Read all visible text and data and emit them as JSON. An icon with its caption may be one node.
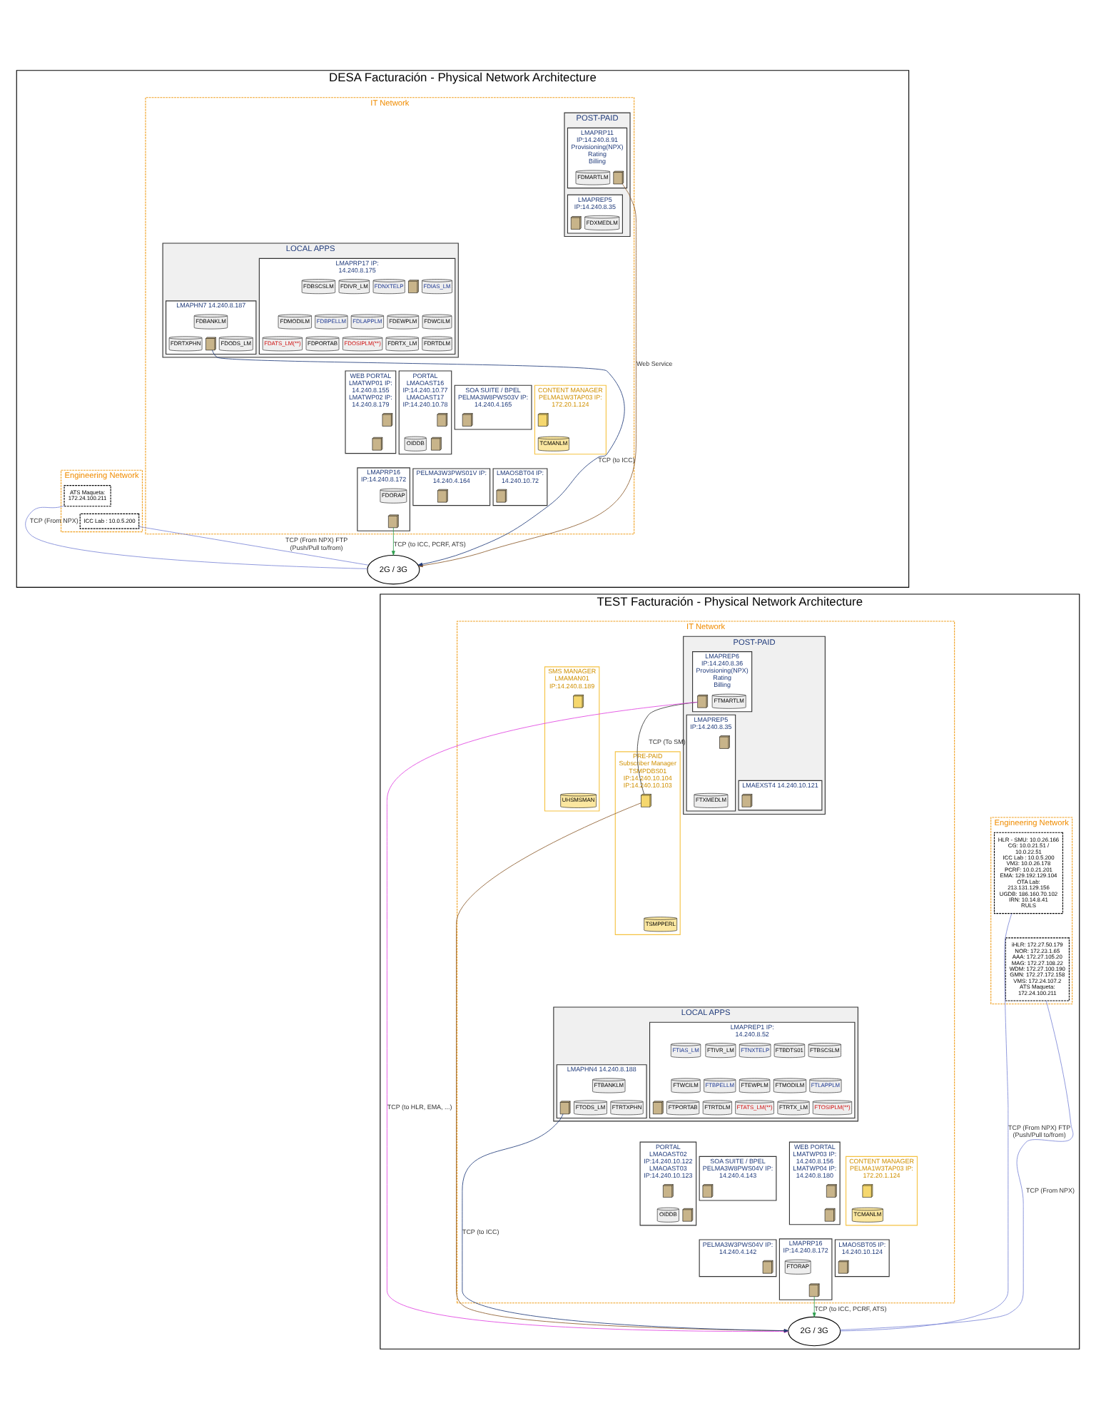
{
  "diagram": {
    "nodes": [
      {
        "text": [
          "DESA Facturación - Physical Network Architecture"
        ]
      },
      {
        "text": [
          "IT Network"
        ],
        "in": 0
      },
      {
        "text": [
          "POST-PAID"
        ],
        "in": 1
      },
      {
        "text": [
          "LMAPRP11 IP:14.240.8.91",
          "Provisioning(NPX)",
          "Rating",
          "Billing"
        ],
        "in": 2
      },
      {
        "text": [
          "FDMARTLM"
        ],
        "in": 3
      },
      {
        "text": [],
        "shape": "server",
        "in": 3
      },
      {
        "text": [
          "LMAPREP5 IP:14.240.8.35"
        ],
        "in": 2
      },
      {
        "text": [
          "FDXMEDLM"
        ],
        "in": 6
      },
      {
        "text": [],
        "shape": "server",
        "in": 6
      },
      {
        "text": [
          "LOCAL APPS"
        ],
        "in": 1
      },
      {
        "text": [
          "LMAPRP17 IP: 14.240.8.175"
        ],
        "in": 9
      },
      {
        "text": [
          "FDIAS_LM"
        ],
        "in": 10
      },
      {
        "text": [
          "FDNXTELP"
        ],
        "in": 10
      },
      {
        "text": [
          "FDBSCSLM"
        ],
        "in": 10
      },
      {
        "text": [
          "FDIVR_LM"
        ],
        "in": 10
      },
      {
        "text": [],
        "shape": "server",
        "in": 10
      },
      {
        "text": [
          "FDBPELLM"
        ],
        "in": 10
      },
      {
        "text": [
          "FDLAPPLM"
        ],
        "in": 10
      },
      {
        "text": [
          "FDEWPLM"
        ],
        "in": 10
      },
      {
        "text": [
          "FDWCILM"
        ],
        "in": 10
      },
      {
        "text": [
          "FDMODILM"
        ],
        "in": 10
      },
      {
        "text": [
          "FDATS_LM(**)"
        ],
        "in": 10
      },
      {
        "text": [
          "FDRTX_LM"
        ],
        "in": 10
      },
      {
        "text": [
          "FDRTDLM"
        ],
        "in": 10
      },
      {
        "text": [
          "FDOSIPLM(**)"
        ],
        "in": 10
      },
      {
        "text": [
          "FDPORTAB"
        ],
        "in": 10
      },
      {
        "text": [
          "LMAPHN7 14.240.8.187"
        ],
        "in": 9
      },
      {
        "text": [
          "FDBANKLM"
        ],
        "in": 26
      },
      {
        "text": [
          "FDODS_LM"
        ],
        "in": 26
      },
      {
        "text": [
          "FDRTXPHN"
        ],
        "in": 26
      },
      {
        "text": [],
        "shape": "server",
        "in": 26
      },
      {
        "text": [
          "PORTAL",
          "LMAOAST16 IP:14.240.10.77",
          "LMAOAST17 IP:14.240.10.78"
        ],
        "in": 1
      },
      {
        "text": [],
        "shape": "server",
        "in": 31
      },
      {
        "text": [],
        "shape": "server",
        "in": 31
      },
      {
        "text": [
          "OIDDB"
        ],
        "in": 31
      },
      {
        "text": [
          "SOA SUITE / BPEL",
          "PELMA3W8PWS03V IP: 14.240.4.165"
        ],
        "in": 1
      },
      {
        "text": [],
        "shape": "server",
        "in": 35
      },
      {
        "text": [
          "PELMA3W3PWS01V IP: 14.240.4.164"
        ],
        "in": 1
      },
      {
        "text": [],
        "shape": "server",
        "in": 37
      },
      {
        "text": [
          "CONTENT MANAGER",
          "PELMA1W3TAP03 IP: 172.20.1.124"
        ],
        "in": 1
      },
      {
        "text": [],
        "shape": "server",
        "in": 39
      },
      {
        "text": [
          "TCMANLM"
        ],
        "in": 39
      },
      {
        "text": [
          "WEB PORTAL",
          "LMATWP01 IP: 14.240.8.155",
          "LMATWP02 IP: 14.240.8.179"
        ],
        "in": 1
      },
      {
        "text": [],
        "shape": "server",
        "in": 42
      },
      {
        "text": [],
        "shape": "server",
        "in": 42
      },
      {
        "text": [
          "LMAPRP16 IP:14.240.8.172"
        ],
        "in": 1
      },
      {
        "text": [
          "FDORAP"
        ],
        "in": 45
      },
      {
        "text": [],
        "shape": "server",
        "in": 45
      },
      {
        "text": [
          "LMAOSBT04 IP: 14.240.10.72"
        ],
        "in": 1
      },
      {
        "text": [],
        "shape": "server",
        "in": 48
      },
      {
        "text": [
          "Engineering Network"
        ],
        "in": 0
      },
      {
        "text": [
          "ICC Lab : 10.0.5.200"
        ],
        "in": 50
      },
      {
        "text": [
          "ATS Maqueta: 172.24.100.211"
        ],
        "in": 50
      },
      {
        "text": [
          "2G / 3G"
        ],
        "in": 0
      },
      {
        "text": [
          "TEST Facturación - Physical Network Architecture"
        ]
      },
      {
        "text": [
          "IT Network"
        ],
        "in": 54
      },
      {
        "text": [
          "POST-PAID"
        ],
        "in": 55
      },
      {
        "text": [
          "LMAPREP6 IP:14.240.8.36",
          "Provisioning(NPX)",
          "Rating",
          "Billing"
        ],
        "in": 56
      },
      {
        "text": [
          "FTMARTLM"
        ],
        "in": 57
      },
      {
        "text": [],
        "shape": "server",
        "in": 57
      },
      {
        "text": [
          "LMAPREP5 IP:14.240.8.35"
        ],
        "in": 56
      },
      {
        "text": [
          "FTXMEDLM"
        ],
        "in": 60
      },
      {
        "text": [],
        "shape": "server",
        "in": 60
      },
      {
        "text": [
          "LMAEXST4 14.240.10.121"
        ],
        "in": 56
      },
      {
        "text": [],
        "shape": "server",
        "in": 63
      },
      {
        "text": [
          "PRE-PAID",
          "Subscriber Manager",
          "TSMPDBS01 IP:14.240.10.104 IP:14.240.10.103"
        ],
        "in": 55
      },
      {
        "text": [],
        "shape": "server",
        "in": 65
      },
      {
        "text": [
          "TSMPPERL"
        ],
        "in": 65
      },
      {
        "text": [
          "SMS MANAGER",
          "LMAMAN01 IP:14.240.8.189"
        ],
        "in": 55
      },
      {
        "text": [],
        "shape": "server",
        "in": 68
      },
      {
        "text": [
          "UHSMSMAN"
        ],
        "in": 68
      },
      {
        "text": [
          "LOCAL APPS"
        ],
        "in": 55
      },
      {
        "text": [
          "LMAPREP1 IP: 14.240.8.52"
        ],
        "in": 71
      },
      {
        "text": [
          "FTIAS_LM"
        ],
        "in": 72
      },
      {
        "text": [
          "FTNXTELP"
        ],
        "in": 72
      },
      {
        "text": [
          "FTBSCSLM"
        ],
        "in": 72
      },
      {
        "text": [
          "FTIVR_LM"
        ],
        "in": 72
      },
      {
        "text": [
          "FTBDTS01"
        ],
        "in": 72
      },
      {
        "text": [
          "FTBPELLM"
        ],
        "in": 72
      },
      {
        "text": [
          "FTLAPPLM"
        ],
        "in": 72
      },
      {
        "text": [
          "FTEWPLM"
        ],
        "in": 72
      },
      {
        "text": [
          "FTWCILM"
        ],
        "in": 72
      },
      {
        "text": [
          "FTMODILM"
        ],
        "in": 72
      },
      {
        "text": [],
        "shape": "server",
        "in": 72
      },
      {
        "text": [
          "FTATS_LM(**)"
        ],
        "in": 72
      },
      {
        "text": [
          "FTRTX_LM"
        ],
        "in": 72
      },
      {
        "text": [
          "FTRTDLM"
        ],
        "in": 72
      },
      {
        "text": [
          "FTOSIPLM(**)"
        ],
        "in": 72
      },
      {
        "text": [
          "FTPORTAB"
        ],
        "in": 72
      },
      {
        "text": [
          "LMAPHN4 14.240.8.188"
        ],
        "in": 71
      },
      {
        "text": [
          "FTBANKLM"
        ],
        "in": 89
      },
      {
        "text": [
          "FTODS_LM"
        ],
        "in": 89
      },
      {
        "text": [
          "FTRTXPHN"
        ],
        "in": 89
      },
      {
        "text": [],
        "shape": "server",
        "in": 89
      },
      {
        "text": [
          "PORTAL",
          "LMAOAST02 IP:14.240.10.122",
          "LMAOAST03 IP:14.240.10.123"
        ],
        "in": 55
      },
      {
        "text": [],
        "shape": "server",
        "in": 94
      },
      {
        "text": [],
        "shape": "server",
        "in": 94
      },
      {
        "text": [
          "OIDDB"
        ],
        "in": 94
      },
      {
        "text": [
          "SOA SUITE / BPEL",
          "PELMA3W8PWS04V IP: 14.240.4.143"
        ],
        "in": 55
      },
      {
        "text": [],
        "shape": "server",
        "in": 98
      },
      {
        "text": [
          "PELMA3W3PWS04V IP: 14.240.4.142"
        ],
        "in": 55
      },
      {
        "text": [],
        "shape": "server",
        "in": 100
      },
      {
        "text": [
          "CONTENT MANAGER",
          "PELMA1W3TAP03 IP: 172.20.1.124"
        ],
        "in": 55
      },
      {
        "text": [],
        "shape": "server",
        "in": 102
      },
      {
        "text": [
          "TCMANLM"
        ],
        "in": 102
      },
      {
        "text": [
          "WEB PORTAL",
          "LMATWP03 IP: 14.240.8.156",
          "LMATWP04 IP: 14.240.8.180"
        ],
        "in": 55
      },
      {
        "text": [],
        "shape": "server",
        "in": 105
      },
      {
        "text": [],
        "shape": "server",
        "in": 105
      },
      {
        "text": [
          "LMAPRP16 IP:14.240.8.172"
        ],
        "in": 55
      },
      {
        "text": [
          "FTORAP"
        ],
        "in": 108
      },
      {
        "text": [],
        "shape": "server",
        "in": 108
      },
      {
        "text": [
          "LMAOSBT05 IP: 14.240.10.124"
        ],
        "in": 55
      },
      {
        "text": [],
        "shape": "server",
        "in": 111
      },
      {
        "text": [
          "Engineering Network"
        ],
        "in": 54
      },
      {
        "text": [
          "HLR - SMU: 10.0.26.166",
          "CG: 10.0.21.51 / 10.0.22.51",
          "ICC Lab : 10.0.5.200",
          "VM3: 10.0.26.178",
          "PCRF: 10.0.21.201",
          "EMA: 129.192.129.104",
          "OTA Lab: 213.131.129.156",
          "UGDB: 186.160.70.102",
          "IRN: 10.14.8.41",
          "RULS"
        ],
        "in": 113
      },
      {
        "text": [
          "iHLR: 172.27.50.179",
          "NOR: 172.23.1.65",
          "AAA: 172.27.105.20",
          "MAG: 172.27.108.22",
          "WDM: 172.27.100.190",
          "GMN: 172.27.172.158",
          "VMS: 172.24.107.2",
          "ATS Maqueta: 172.24.100.211"
        ],
        "in": 113
      },
      {
        "text": [
          "2G / 3G"
        ],
        "in": 54
      }
    ],
    "edges": [
      {
        "from": 5,
        "to": 53,
        "arrow": "to",
        "label": "Web Service",
        "color": "#8b5a2b"
      },
      {
        "from": 30,
        "to": 53,
        "arrow": "to",
        "label": "TCP (to ICC)",
        "color": "#1f3a7a"
      },
      {
        "from": 47,
        "to": 53,
        "arrow": "to",
        "label": "TCP (to ICC, PCRF, ATS)",
        "color": "#2e9e4f"
      },
      {
        "from": 51,
        "to": 53,
        "arrow": "none",
        "label": "TCP (From NPX) FTP (Push/Pull to/from)",
        "color": "#7b86d6"
      },
      {
        "from": 52,
        "to": 53,
        "arrow": "none",
        "label": "TCP (From NPX)",
        "color": "#7b86d6"
      },
      {
        "from": 59,
        "to": 66,
        "arrow": "none",
        "label": "TCP (To SM)",
        "color": "#333333"
      },
      {
        "from": 59,
        "to": 116,
        "arrow": "to",
        "label": "TCP (to HLR, EMA, ...)",
        "color": "#e040e0"
      },
      {
        "from": 66,
        "to": 116,
        "arrow": "to",
        "color": "#8b5a2b"
      },
      {
        "from": 93,
        "to": 116,
        "arrow": "to",
        "label": "TCP (to ICC)",
        "color": "#1f3a7a"
      },
      {
        "from": 110,
        "to": 116,
        "arrow": "to",
        "label": "TCP (to ICC, PCRF, ATS)",
        "color": "#2e9e4f"
      },
      {
        "from": 114,
        "to": 116,
        "arrow": "none",
        "label": "TCP (From NPX) FTP (Push/Pull to/from)",
        "color": "#7b86d6"
      },
      {
        "from": 115,
        "to": 116,
        "arrow": "none",
        "label": "TCP (From NPX)",
        "color": "#7b86d6"
      }
    ]
  }
}
